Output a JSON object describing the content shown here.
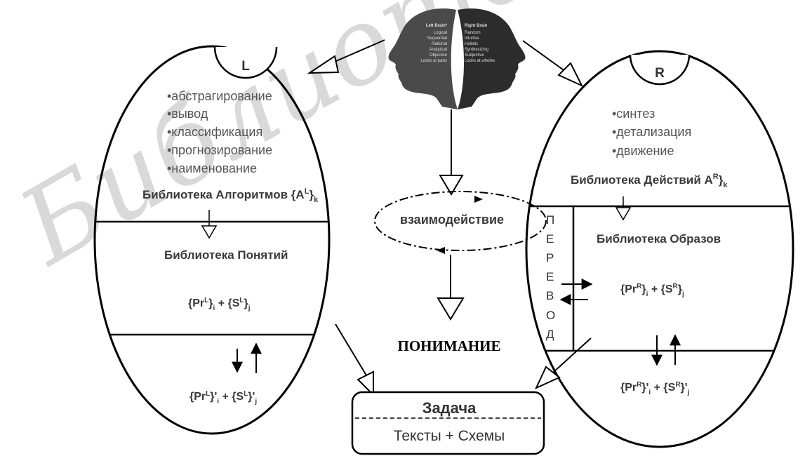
{
  "watermark": "Библиотека",
  "head": {
    "left_brain": {
      "title": "Left Brain*",
      "traits": [
        "Logical",
        "Sequential",
        "Rational",
        "Analytical",
        "Objective",
        "Looks at parts"
      ]
    },
    "right_brain": {
      "title": "Right Brain",
      "traits": [
        "Random",
        "Intuitive",
        "Holistic",
        "Synthesizing",
        "Subjective",
        "Looks at wholes"
      ]
    }
  },
  "left_hemisphere": {
    "marker": "L",
    "bullets": [
      "•абстрагирование",
      "•вывод",
      "•классификация",
      "•прогнозирование",
      "•наименование"
    ],
    "algorithms": {
      "text": "Библиотека Алгоритмов {A",
      "sup": "L",
      "close": "}",
      "sub": "k"
    },
    "concepts_title": "Библиотека Понятий",
    "formula1": {
      "a": "{Pr",
      "a_sup": "L",
      "a_close": "}",
      "a_sub": "i",
      "b": " + {S",
      "b_sup": "L",
      "b_close": "}",
      "b_sub": "j"
    },
    "formula2": {
      "a": "{Pr",
      "a_sup": "L",
      "a_close": "}'",
      "a_sub": "i",
      "b": " + {S",
      "b_sup": "L",
      "b_close": "}'",
      "b_sub": "j"
    }
  },
  "right_hemisphere": {
    "marker": "R",
    "bullets": [
      "•синтез",
      "•детализация",
      "•движение"
    ],
    "actions": {
      "text": "Библиотека Действий A",
      "sup": "R",
      "close": "}",
      "sub": "k"
    },
    "images_title": "Библиотека Образов",
    "translation_letters": [
      "П",
      "Е",
      "Р",
      "Е",
      "В",
      "О",
      "Д"
    ],
    "formula1": {
      "a": "{Pr",
      "a_sup": "R",
      "a_close": "}",
      "a_sub": "i",
      "b": " + {S",
      "b_sup": "R",
      "b_close": "}",
      "b_sub": "j"
    },
    "formula2": {
      "a": "{Pr",
      "a_sup": "R",
      "a_close": "}'",
      "a_sub": "i",
      "b": " + {S",
      "b_sup": "R",
      "b_close": "}'",
      "b_sub": "j"
    }
  },
  "center": {
    "interaction": "взаимодействие",
    "understanding": "ПОНИМАНИЕ"
  },
  "task": {
    "title": "Задача",
    "subtitle": "Тексты + Схемы"
  }
}
